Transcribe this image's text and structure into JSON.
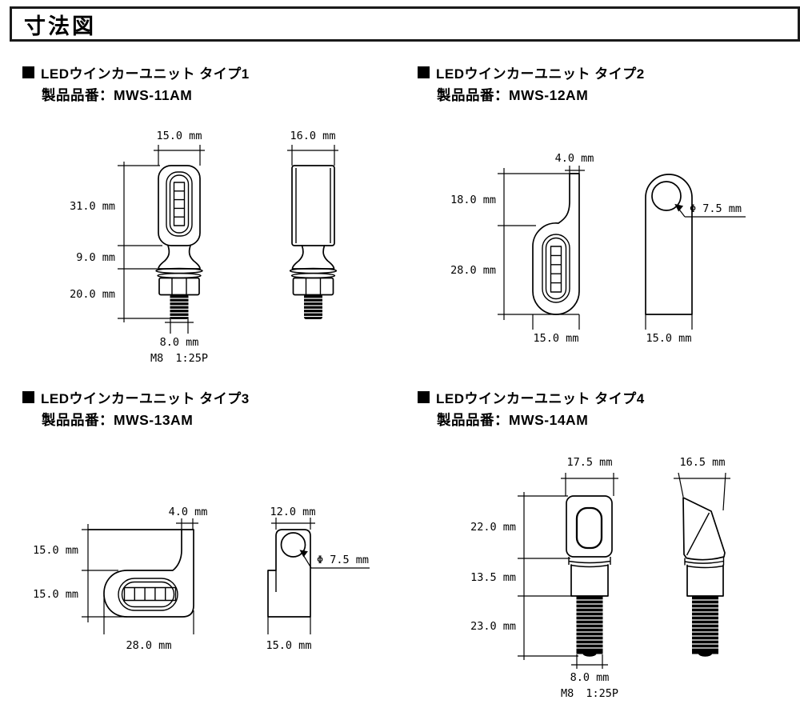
{
  "title": "寸法図",
  "sections": [
    {
      "heading": "LEDウインカーユニット タイプ1",
      "product": "製品品番：MWS-11AM",
      "dims": {
        "front_width": "15.0 mm",
        "side_width": "16.0 mm",
        "upper_height": "31.0 mm",
        "neck_height": "9.0 mm",
        "stud_height": "20.0 mm",
        "stud_width": "8.0 mm",
        "thread_spec": "M8 1:25P"
      }
    },
    {
      "heading": "LEDウインカーユニット タイプ2",
      "product": "製品品番：MWS-12AM",
      "dims": {
        "tab_width": "4.0 mm",
        "upper_height": "18.0 mm",
        "body_height": "28.0 mm",
        "front_width": "15.0 mm",
        "side_width": "15.0 mm",
        "hole_diameter": "Φ 7.5 mm"
      }
    },
    {
      "heading": "LEDウインカーユニット タイプ3",
      "product": "製品品番：MWS-13AM",
      "dims": {
        "tab_width": "4.0 mm",
        "upper_height": "15.0 mm",
        "lower_height": "15.0 mm",
        "front_width": "28.0 mm",
        "side_upper_width": "12.0 mm",
        "side_width": "15.0 mm",
        "hole_diameter": "Φ 7.5 mm"
      }
    },
    {
      "heading": "LEDウインカーユニット タイプ4",
      "product": "製品品番：MWS-14AM",
      "dims": {
        "front_width": "17.5 mm",
        "side_width": "16.5 mm",
        "body_height": "22.0 mm",
        "base_height": "13.5 mm",
        "stud_height": "23.0 mm",
        "stud_width": "8.0 mm",
        "thread_spec": "M8 1:25P"
      }
    }
  ]
}
